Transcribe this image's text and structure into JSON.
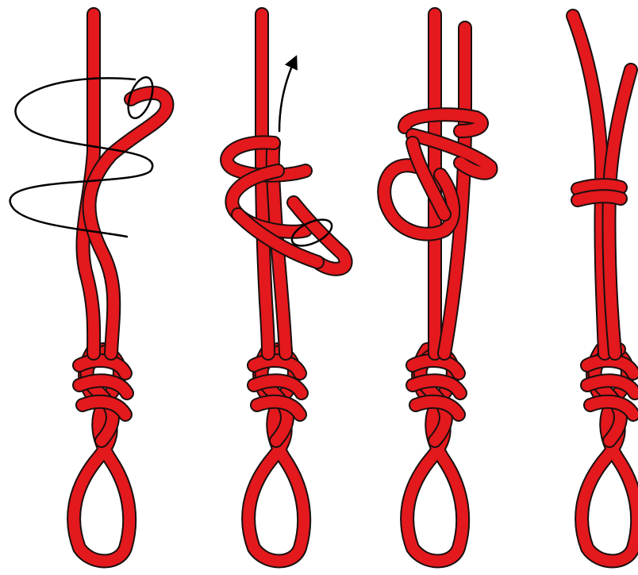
{
  "colors": {
    "rope_fill": "#e3191d",
    "rope_outline": "#1a0f0f",
    "arrow": "#000000",
    "background": "#ffffff"
  },
  "steps": [
    {
      "id": "step-1",
      "shows": [
        "rope",
        "figure-eight-knot",
        "loop",
        "wrap-arrow",
        "through-ring"
      ]
    },
    {
      "id": "step-2",
      "shows": [
        "rope",
        "figure-eight-knot",
        "loop",
        "wrap-coils",
        "up-arrow",
        "through-ring"
      ]
    },
    {
      "id": "step-3",
      "shows": [
        "rope",
        "figure-eight-knot",
        "loop",
        "tightening-wraps"
      ]
    },
    {
      "id": "step-4",
      "shows": [
        "rope",
        "figure-eight-knot",
        "loop",
        "finished-stopper-knot"
      ]
    }
  ]
}
